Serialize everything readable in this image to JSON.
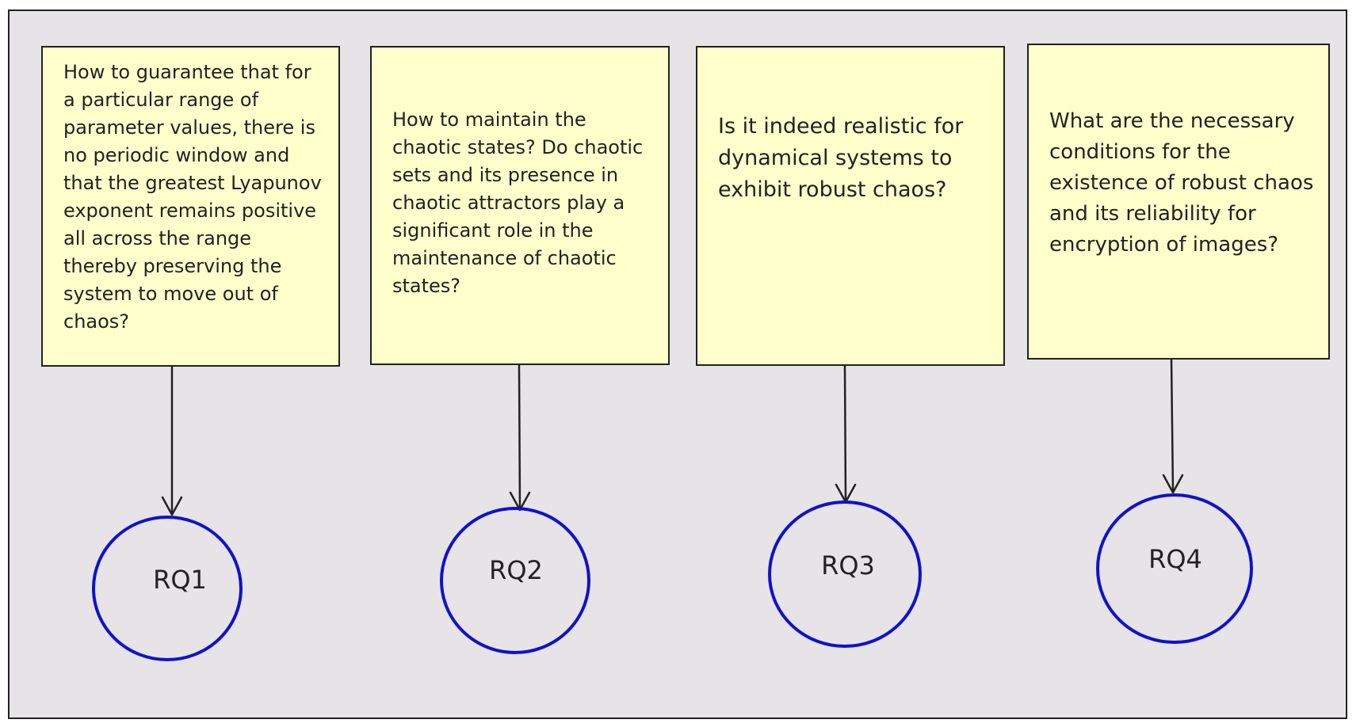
{
  "research_questions": [
    {
      "label": "RQ1",
      "question": "How to guarantee that for a particular range of parameter values, there is no periodic window and that the greatest Lyapunov exponent remains positive all across the range thereby preserving the system to move out of chaos?"
    },
    {
      "label": "RQ2",
      "question": "How to maintain the chaotic states? Do chaotic sets and its presence in chaotic attractors play a significant role in the maintenance of chaotic states?"
    },
    {
      "label": "RQ3",
      "question": "Is it indeed realistic for dynamical systems to exhibit robust chaos?"
    },
    {
      "label": "RQ4",
      "question": "What are the necessary conditions for the existence of robust chaos and its reliability for encryption of images?"
    }
  ],
  "colors": {
    "background": "#e6e4e7",
    "note_fill": "#ffffcc",
    "circle_stroke": "#1111cc",
    "line": "#222222"
  }
}
